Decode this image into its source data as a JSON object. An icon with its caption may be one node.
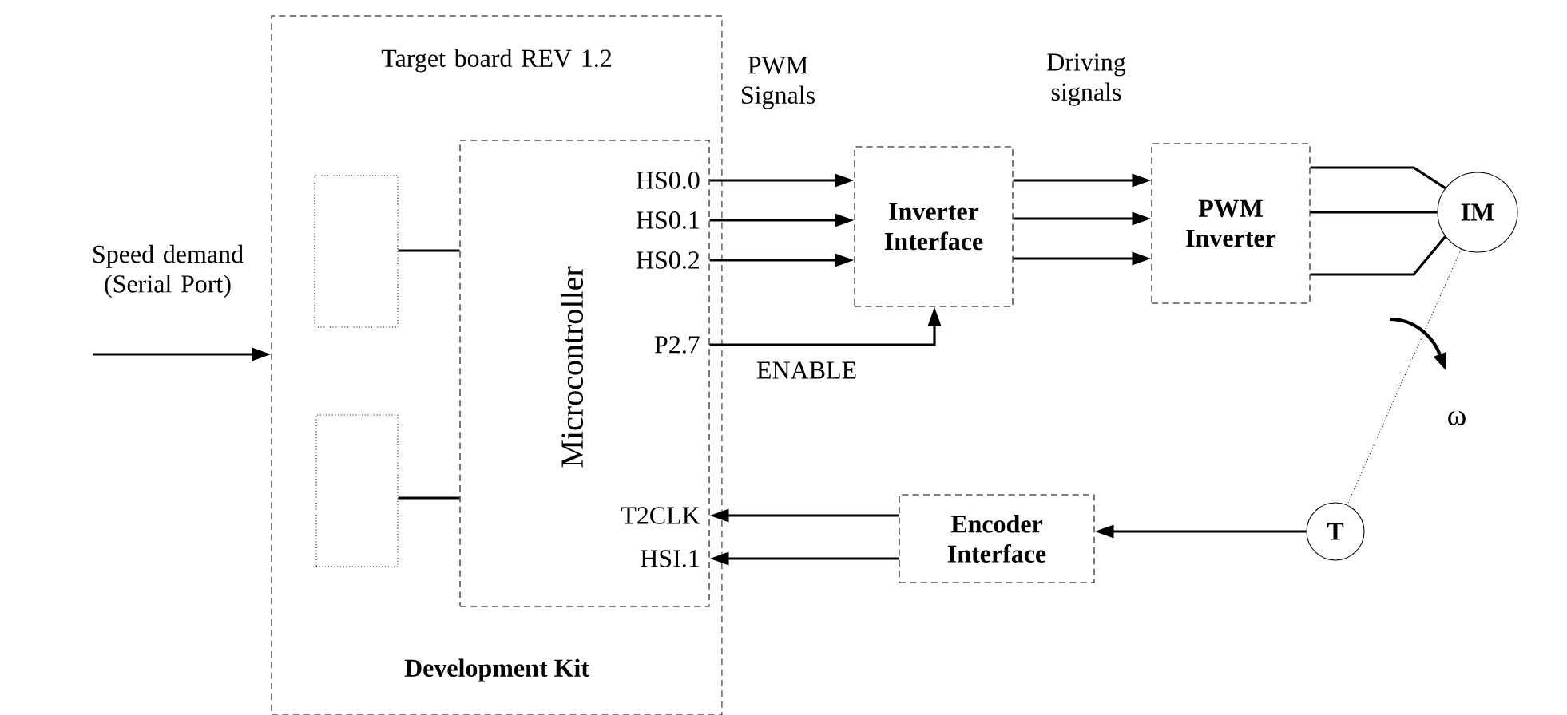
{
  "diagram": {
    "nodes": [
      {
        "text": [
          "Target board REV 1.2",
          "Development Kit"
        ]
      },
      {
        "text": [],
        "shape": "box",
        "in": 0
      },
      {
        "text": [],
        "shape": "box",
        "in": 0
      },
      {
        "text": [
          "Microcontroller"
        ],
        "in": 0
      },
      {
        "text": [
          "Inverter Interface"
        ]
      },
      {
        "text": [
          "PWM Inverter"
        ]
      },
      {
        "text": [
          "IM"
        ]
      },
      {
        "text": [
          "Encoder Interface"
        ]
      },
      {
        "text": [
          "T"
        ]
      }
    ],
    "edges": [
      {
        "from": null,
        "to": 0,
        "arrow": "to",
        "label": "Speed demand (Serial Port)"
      },
      {
        "from": 1,
        "to": 3,
        "arrow": "none"
      },
      {
        "from": 2,
        "to": 3,
        "arrow": "none"
      },
      {
        "from": 3,
        "to": 4,
        "arrow": "to",
        "label": "PWM Signals"
      },
      {
        "from": 3,
        "to": 4,
        "arrow": "to"
      },
      {
        "from": 3,
        "to": 4,
        "arrow": "to"
      },
      {
        "from": 3,
        "to": 4,
        "arrow": "to",
        "label": "ENABLE"
      },
      {
        "from": 4,
        "to": 5,
        "arrow": "to",
        "label": "Driving signals"
      },
      {
        "from": 4,
        "to": 5,
        "arrow": "to"
      },
      {
        "from": 4,
        "to": 5,
        "arrow": "to"
      },
      {
        "from": 5,
        "to": 6,
        "arrow": "none"
      },
      {
        "from": 5,
        "to": 6,
        "arrow": "none"
      },
      {
        "from": 5,
        "to": 6,
        "arrow": "none"
      },
      {
        "from": 6,
        "to": 8,
        "arrow": "none",
        "style": "dashed"
      },
      {
        "from": 8,
        "to": 7,
        "arrow": "to"
      },
      {
        "from": 7,
        "to": 3,
        "arrow": "to"
      },
      {
        "from": 7,
        "to": 3,
        "arrow": "to"
      }
    ],
    "labels": [
      "HS0.0",
      "HS0.1",
      "HS0.2",
      "P2.7",
      "T2CLK",
      "HSI.1",
      "ω"
    ]
  }
}
